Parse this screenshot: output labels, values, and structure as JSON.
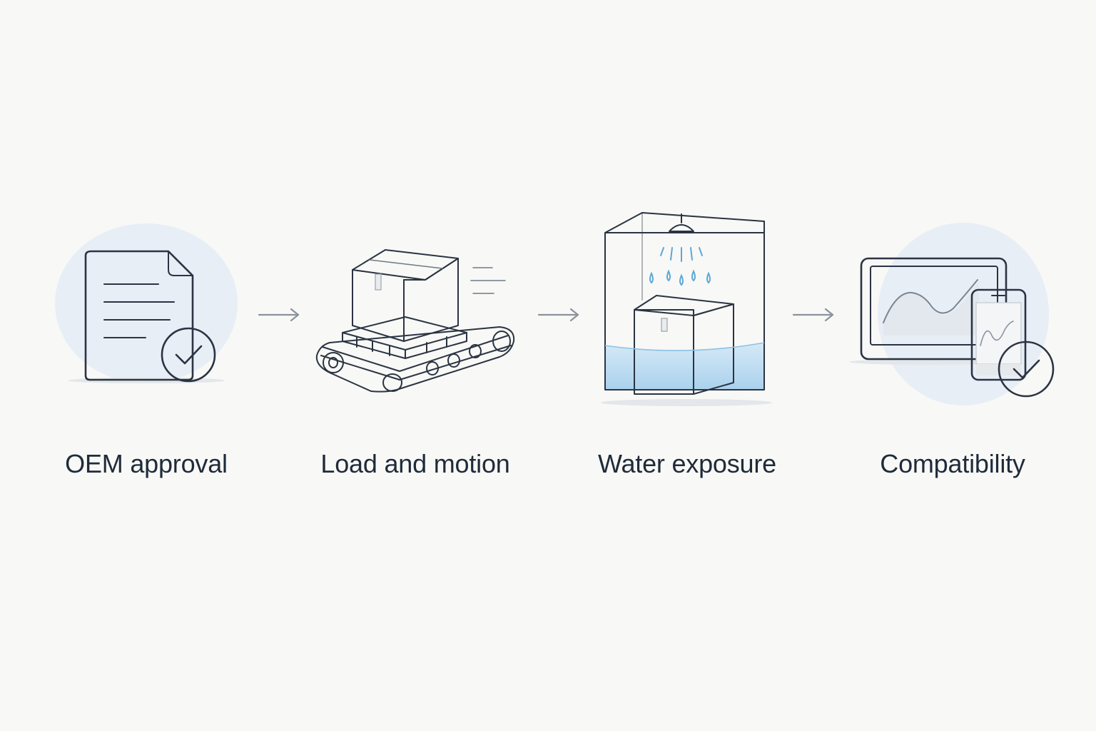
{
  "steps": [
    {
      "id": "oem",
      "label": "OEM approval",
      "icon": "document-check-icon"
    },
    {
      "id": "load",
      "label": "Load and motion",
      "icon": "conveyor-box-icon"
    },
    {
      "id": "water",
      "label": "Water exposure",
      "icon": "water-chamber-icon"
    },
    {
      "id": "compat",
      "label": "Compatibility",
      "icon": "devices-check-icon"
    }
  ],
  "colors": {
    "background": "#f8f8f6",
    "stroke": "#2a3442",
    "halo": "#e6edf5",
    "water": "#a9d3ef",
    "water_drops": "#5aa8d8",
    "arrow": "#8a929c",
    "label": "#1f2b3a"
  }
}
